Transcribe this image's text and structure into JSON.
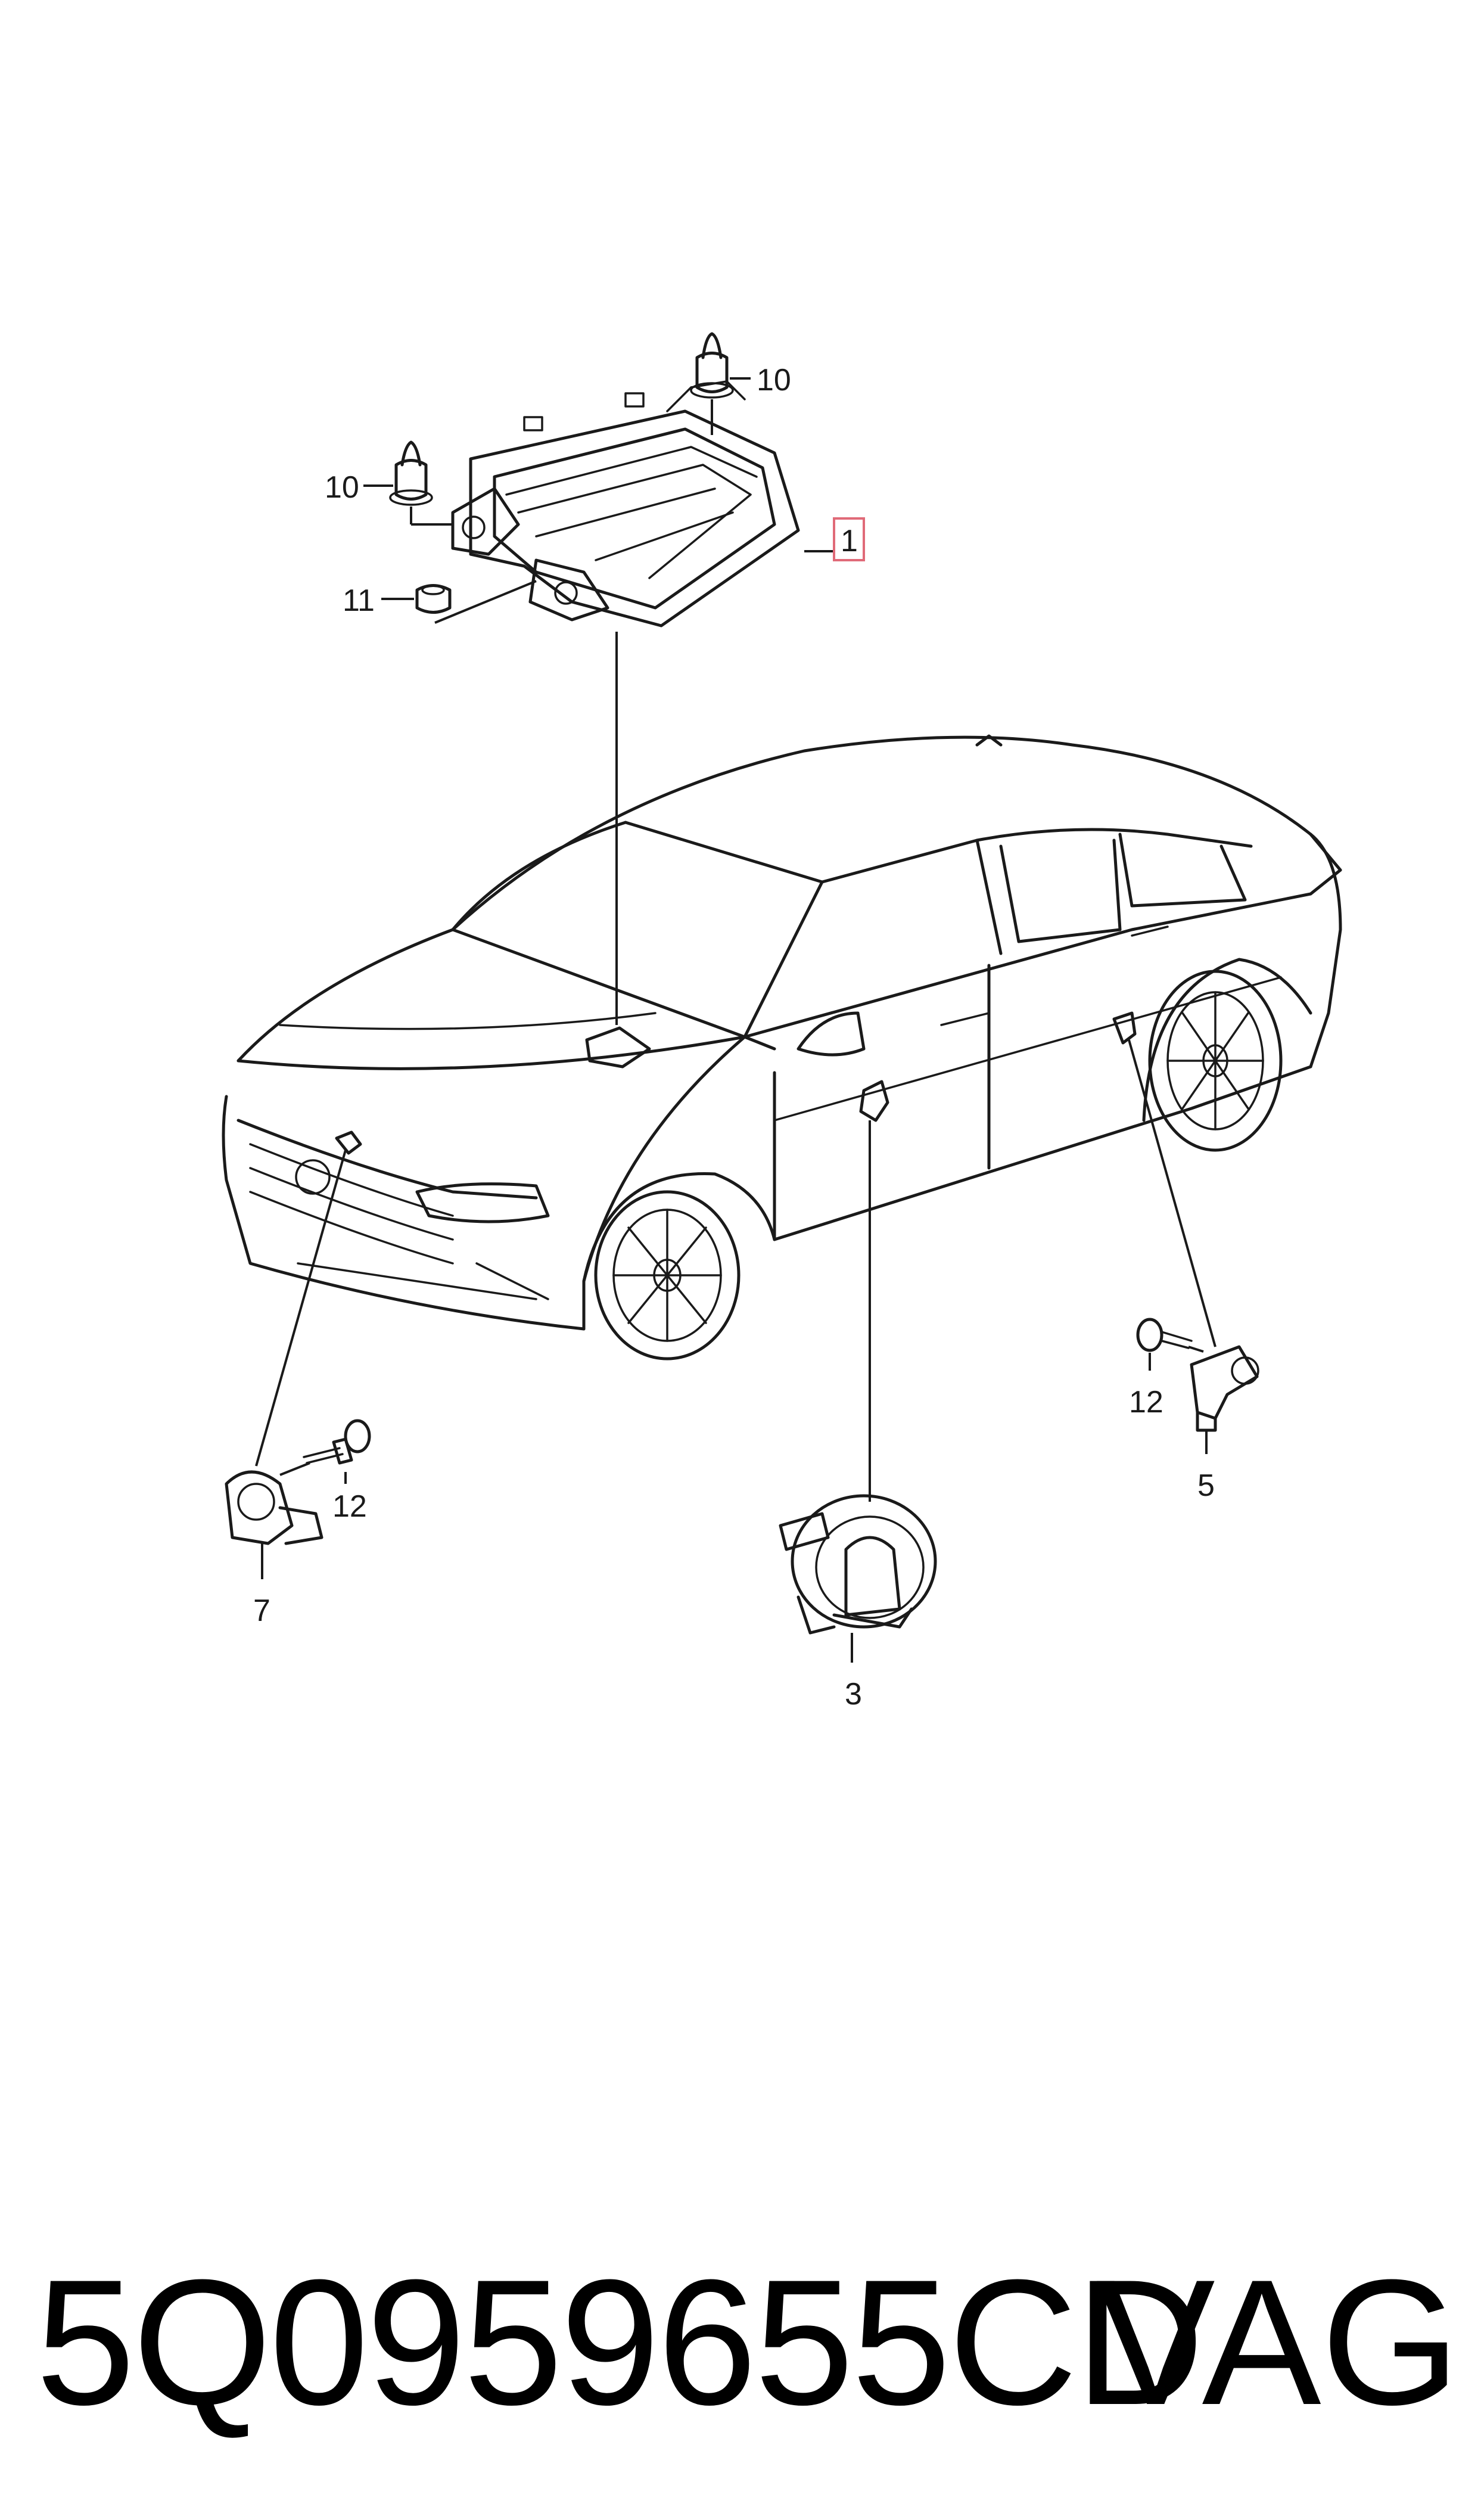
{
  "diagram": {
    "callouts": {
      "c1": "1",
      "c3": "3",
      "c5": "5",
      "c7": "7",
      "c10a": "10",
      "c10b": "10",
      "c11": "11",
      "c12a": "12",
      "c12b": "12"
    },
    "highlight_color": "#e06a78"
  },
  "footer": {
    "part_number": "5Q0959655CD",
    "brand": "VAG"
  }
}
